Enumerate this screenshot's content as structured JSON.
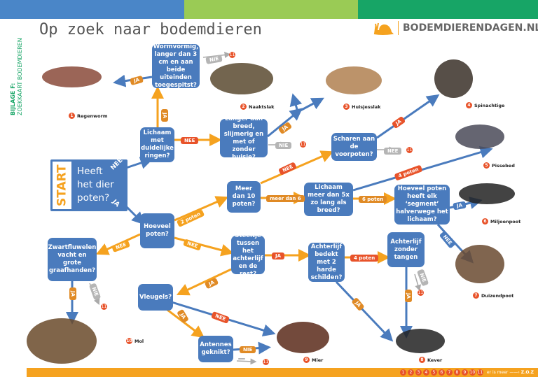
{
  "header": {
    "title": "Op zoek naar bodemdieren",
    "side_line1": "BIJLAGE F:",
    "side_line2": "ZOEKKAART BODEMDIEREN",
    "logo_text": "BODEMDIERENDAGEN.NL",
    "band_colors": [
      "#4a86c8",
      "#9acb55",
      "#17a566"
    ]
  },
  "colors": {
    "box": "#4a7bbd",
    "orange": "#f5a21f",
    "ja": "#e08a25",
    "nee": "#e8532a",
    "gray": "#b5b5b5",
    "footer": "#f5a21f"
  },
  "start": {
    "label": "START",
    "question": "Heeft het dier poten?",
    "nee": "NEE",
    "ja": "JA"
  },
  "questions": {
    "worm": "Wormvormig, langer dan 3 cm en aan beide uiteinden toegespitst?",
    "rings": "Lichaam met duidelijke ringen?",
    "slime": "Langer dan breed, slijmerig en met of zonder huisje?",
    "scissors": "Scharen aan de voorpoten?",
    "ten": "Meer dan 10 poten?",
    "long": "Lichaam meer dan 5x zo lang als breed?",
    "segment": "Hoeveel poten heeft elk ‘segment’ halverwege het lichaam?",
    "legs": "Hoeveel poten?",
    "mole": "Zwartfluwelen vacht en grote graafhanden?",
    "stalk": "‘Steeltje’ tussen het achterlijf en de rest?",
    "shields": "Achterlijf bedekt met 2 harde schilden?",
    "tongs": "Achterlijf zonder tangen",
    "wings": "Vleugels?",
    "antennas": "Antennes geknikt?"
  },
  "edge_labels": [
    "JA",
    "NIE",
    "JA",
    "NEE",
    "JA",
    "NIE",
    "JA",
    "NEE",
    "NEE",
    "meer dan 6",
    "4 poten",
    "6 poten",
    "JA",
    "NEE",
    "JA",
    "4 poten",
    "2 poten",
    "NEE",
    "NEE",
    "JA",
    "JA",
    "NIE",
    "JA",
    "NIE",
    "JA",
    "NEE",
    "JA",
    "NIE"
  ],
  "eleven": "11",
  "animals": [
    {
      "num": "1",
      "name": "Regenworm"
    },
    {
      "num": "2",
      "name": "Naaktslak"
    },
    {
      "num": "3",
      "name": "Huisjesslak"
    },
    {
      "num": "4",
      "name": "Spinachtige"
    },
    {
      "num": "5",
      "name": "Pissebed"
    },
    {
      "num": "6",
      "name": "Miljoenpoot"
    },
    {
      "num": "7",
      "name": "Duizendpoot"
    },
    {
      "num": "8",
      "name": "Kever"
    },
    {
      "num": "9",
      "name": "Mier"
    },
    {
      "num": "10",
      "name": "Mol"
    }
  ],
  "footer": {
    "numbers": [
      "1",
      "2",
      "3",
      "4",
      "5",
      "6",
      "7",
      "8",
      "9",
      "10",
      "11"
    ],
    "more": "er is meer",
    "zoz": "Z.O.Z"
  }
}
